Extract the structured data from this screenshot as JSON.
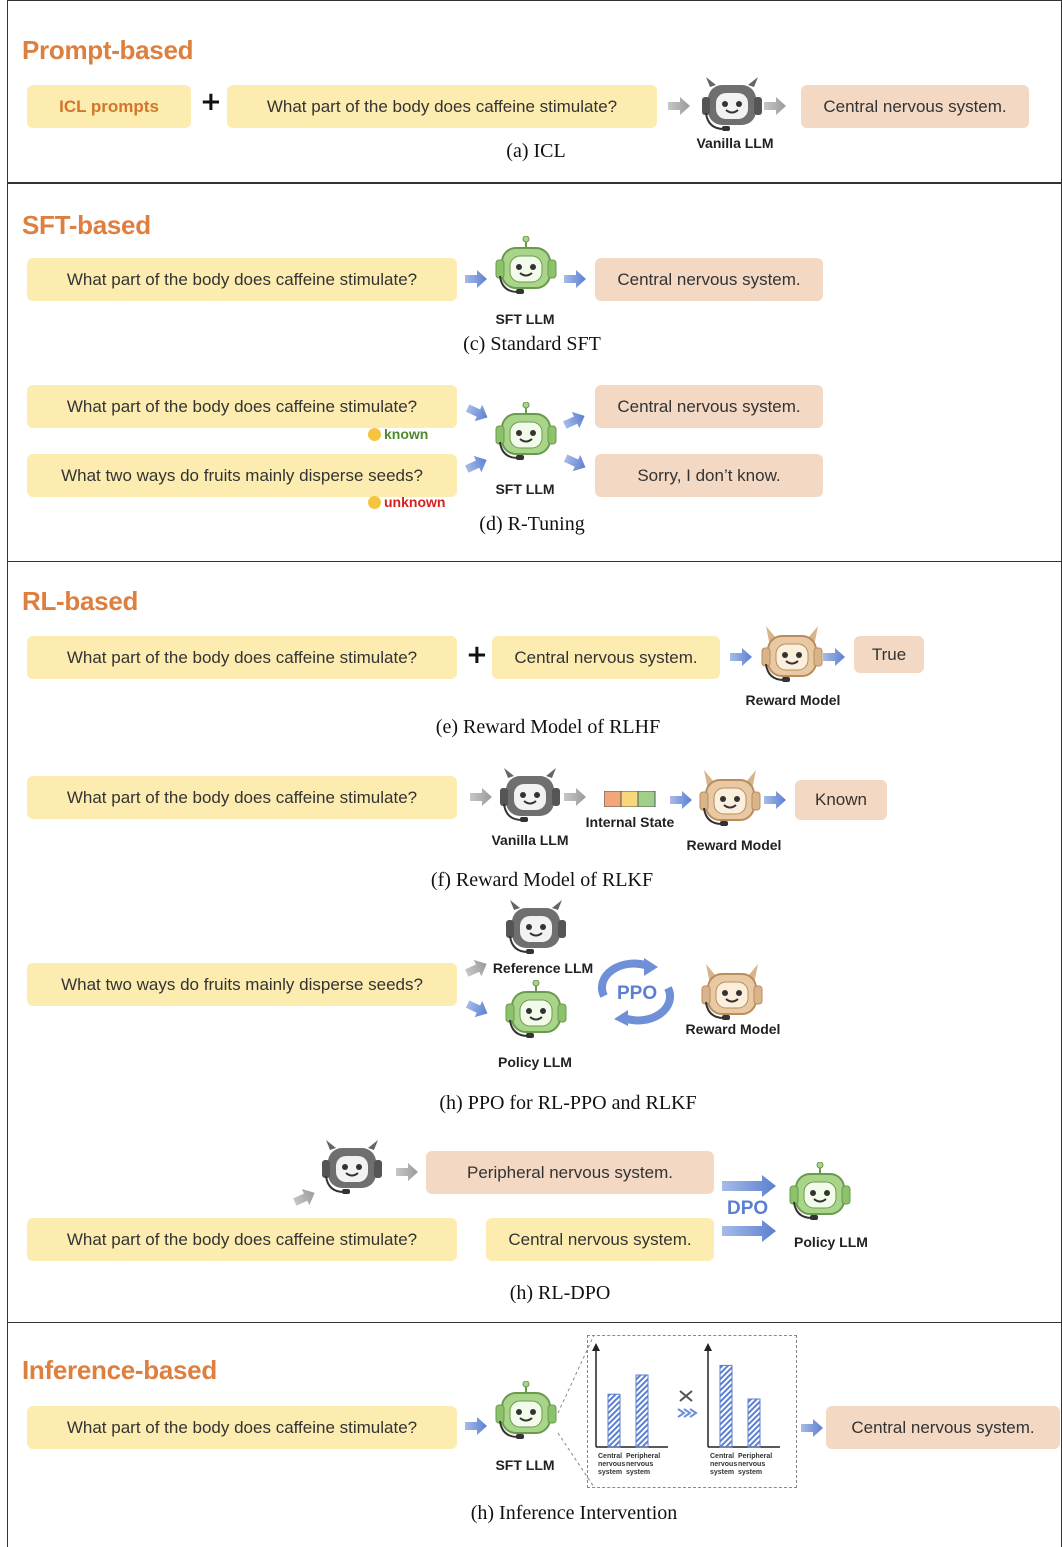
{
  "sections": {
    "prompt": {
      "title": "Prompt-based"
    },
    "sft": {
      "title": "SFT-based"
    },
    "rl": {
      "title": "RL-based"
    },
    "inference": {
      "title": "Inference-based"
    }
  },
  "icl": {
    "prompt_label": "ICL prompts",
    "plus": "+",
    "question": "What part of the body does caffeine stimulate?",
    "model": "Vanilla LLM",
    "answer": "Central nervous system.",
    "caption": "(a) ICL"
  },
  "sft": {
    "question": "What part of the body does caffeine stimulate?",
    "model": "SFT LLM",
    "answer": "Central nervous system.",
    "caption": "(c) Standard SFT"
  },
  "rtuning": {
    "q1": "What part of the body does caffeine stimulate?",
    "q1_tag": "known",
    "q2": "What two ways do fruits mainly disperse seeds?",
    "q2_tag": "unknown",
    "model": "SFT LLM",
    "a1": "Central nervous system.",
    "a2": "Sorry, I don’t know.",
    "caption": "(d) R-Tuning"
  },
  "rlhf": {
    "question": "What part of the body does caffeine stimulate?",
    "plus": "+",
    "answer_in": "Central nervous system.",
    "model": "Reward Model",
    "output": "True",
    "caption": "(e) Reward Model of RLHF"
  },
  "rlkf": {
    "question": "What part of the body does caffeine stimulate?",
    "model1": "Vanilla LLM",
    "state": "Internal State",
    "model2": "Reward Model",
    "output": "Known",
    "caption": "(f) Reward Model of RLKF"
  },
  "ppo": {
    "question": "What two ways do fruits mainly disperse seeds?",
    "ref": "Reference LLM",
    "policy": "Policy LLM",
    "algo": "PPO",
    "reward": "Reward Model",
    "caption": "(h) PPO for RL-PPO and RLKF"
  },
  "dpo": {
    "rejected": "Peripheral nervous system.",
    "question": "What part of the body does caffeine stimulate?",
    "chosen": "Central nervous system.",
    "algo": "DPO",
    "policy": "Policy LLM",
    "caption": "(h) RL-DPO"
  },
  "inference": {
    "question": "What part of the body does caffeine stimulate?",
    "model": "SFT LLM",
    "bar_labels": [
      "Central nervous system",
      "Peripheral nervous system"
    ],
    "before": [
      0.55,
      0.75
    ],
    "after": [
      0.85,
      0.5
    ],
    "answer": "Central nervous system.",
    "caption": "(h) Inference Intervention"
  },
  "colors": {
    "title": "#dd7f3f",
    "question": "#fcecb0",
    "answer": "#f3d8c4",
    "arrow_blue": "#6f8fd6",
    "arrow_gray": "#a0a0a0",
    "known": "#4f8a2e",
    "unknown": "#d62020"
  }
}
